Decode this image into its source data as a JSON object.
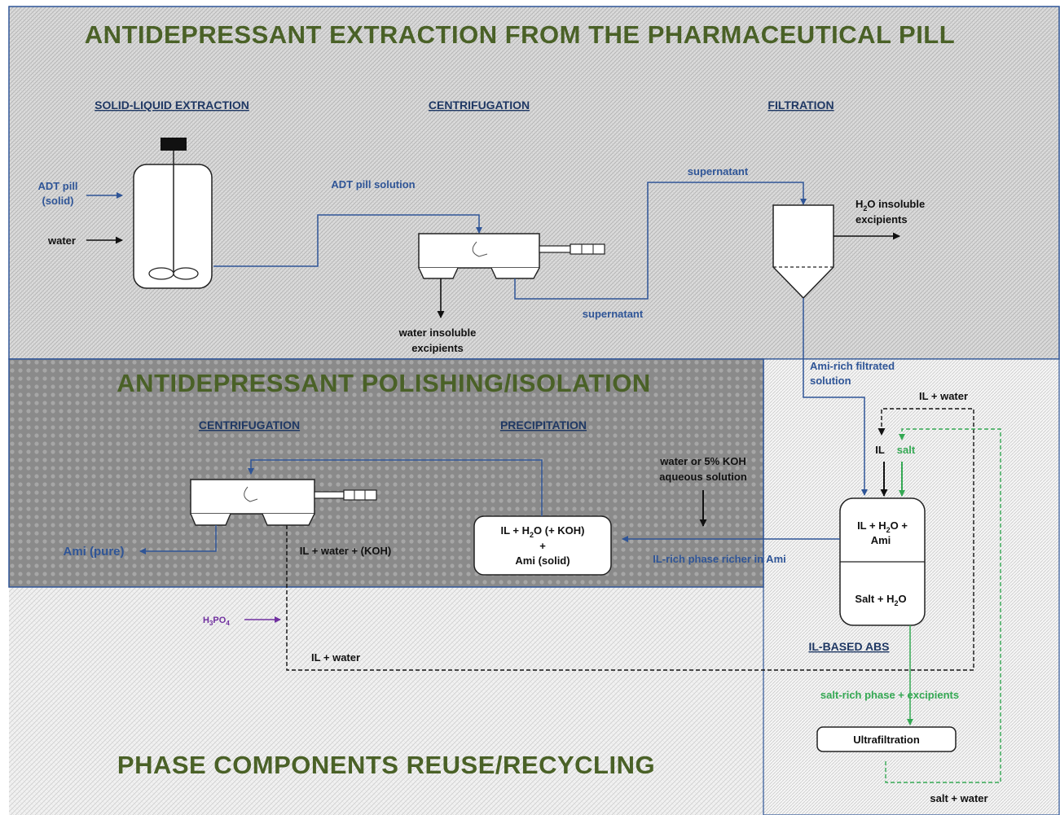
{
  "sections": {
    "extraction_title": "ANTIDEPRESSANT EXTRACTION FROM THE PHARMACEUTICAL PILL",
    "polishing_title": "ANTIDEPRESSANT POLISHING/ISOLATION",
    "recycling_title": "PHASE COMPONENTS REUSE/RECYCLING"
  },
  "steps": {
    "solid_liquid": "SOLID-LIQUID EXTRACTION",
    "centrifugation_1": "CENTRIFUGATION",
    "filtration": "FILTRATION",
    "centrifugation_2": "CENTRIFUGATION",
    "precipitation": "PRECIPITATION",
    "il_based_abs": "IL-BASED ABS"
  },
  "labels": {
    "adt_pill_1": "ADT pill",
    "adt_pill_2": "(solid)",
    "water": "water",
    "adt_pill_solution": "ADT pill solution",
    "water_insoluble_1": "water insoluble",
    "water_insoluble_2": "excipients",
    "supernatant_1": "supernatant",
    "supernatant_2": "supernatant",
    "h2o_insoluble_1_pre": "H",
    "h2o_insoluble_1_sub": "2",
    "h2o_insoluble_1_post": "O insoluble",
    "h2o_insoluble_2": "excipients",
    "ami_rich_1": "Ami-rich filtrated",
    "ami_rich_2": "solution",
    "il_water_top": "IL + water",
    "il": "IL",
    "salt": "salt",
    "abs_top_1_pre": "IL + H",
    "abs_top_1_sub": "2",
    "abs_top_1_post": "O +",
    "abs_top_2": "Ami",
    "abs_bottom_pre": "Salt + H",
    "abs_bottom_sub": "2",
    "abs_bottom_post": "O",
    "water_koh_1": "water or 5% KOH",
    "water_koh_2": "aqueous solution",
    "precip_1_pre": "IL + H",
    "precip_1_sub": "2",
    "precip_1_post": "O (+ KOH)",
    "precip_2": "+",
    "precip_3": "Ami (solid)",
    "il_rich_phase": "IL-rich phase richer in Ami",
    "ami_pure": "Ami (pure)",
    "il_water_koh": "IL + water + (KOH)",
    "h3po4_a": "H",
    "h3po4_b": "3",
    "h3po4_c": "PO",
    "h3po4_d": "4",
    "il_water_bottom": "IL + water",
    "salt_rich_phase": "salt-rich phase + excipients",
    "ultrafiltration": "Ultrafiltration",
    "salt_water": "salt + water"
  },
  "colors": {
    "title_green": "#4a6127",
    "step_blue": "#1f3864",
    "flow_blue": "#2f5597",
    "flow_green": "#34a853",
    "acid_purple": "#7030a0"
  }
}
